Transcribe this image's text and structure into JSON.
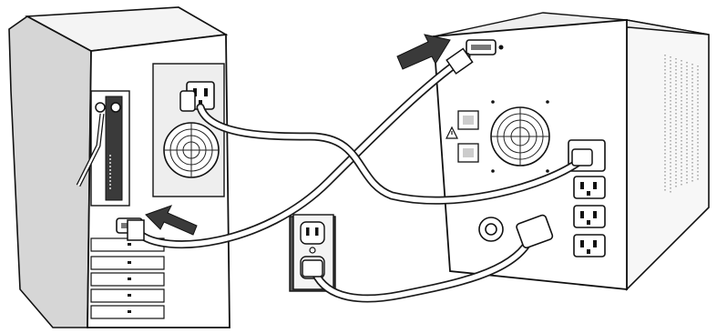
{
  "diagram": {
    "components": [
      {
        "name": "computer-tower"
      },
      {
        "name": "ups-unit"
      },
      {
        "name": "wall-outlet"
      }
    ],
    "connections": [
      {
        "from": "computer-tower",
        "to": "ups-unit",
        "kind": "serial-data-cable"
      },
      {
        "from": "computer-tower",
        "to": "ups-unit",
        "kind": "ac-power-cable"
      },
      {
        "from": "ups-unit",
        "to": "wall-outlet",
        "kind": "ac-input-cord"
      }
    ],
    "callouts": [
      {
        "icon": "arrow-pointer-icon",
        "points_to": "serial-port-ups"
      },
      {
        "icon": "arrow-pointer-icon",
        "points_to": "serial-port-computer"
      }
    ],
    "colors": {
      "line": "#111111",
      "shade": "#d9d9d9",
      "dark": "#333333",
      "arrow": "#3a3a3a",
      "background": "#ffffff"
    }
  }
}
